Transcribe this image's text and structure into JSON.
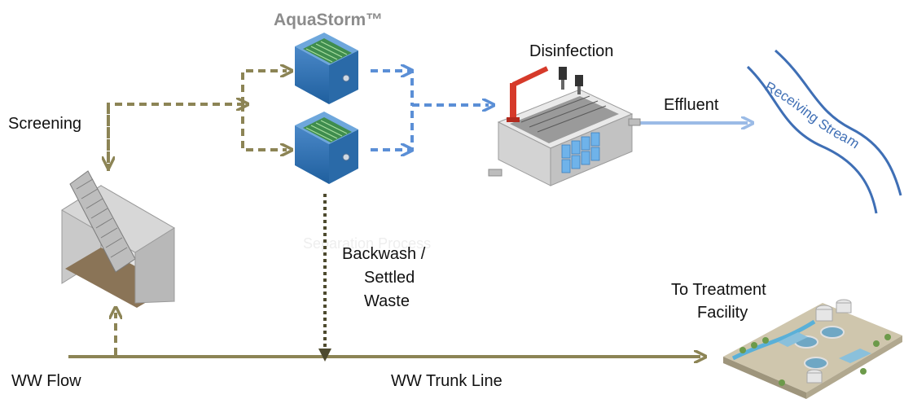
{
  "diagram": {
    "title": "AquaStorm™",
    "labels": {
      "screening": "Screening",
      "disinfection": "Disinfection",
      "effluent": "Effluent",
      "receiving_stream": "Receiving Stream",
      "backwash_line1": "Backwash /",
      "backwash_line2": "Settled",
      "backwash_line3": "Waste",
      "treatment_line1": "To Treatment",
      "treatment_line2": "Facility",
      "ww_flow": "WW Flow",
      "trunk_line": "WW Trunk Line",
      "watermark": "Separation Process"
    },
    "colors": {
      "olive": "#8c8455",
      "blue": "#5b8fd6",
      "dark_olive": "#4d4a2e",
      "stream": "#3f6fb5"
    },
    "icons": [
      "bar-screen-icon",
      "aquastorm-unit-icon",
      "disinfection-tank-icon",
      "treatment-facility-icon"
    ]
  }
}
